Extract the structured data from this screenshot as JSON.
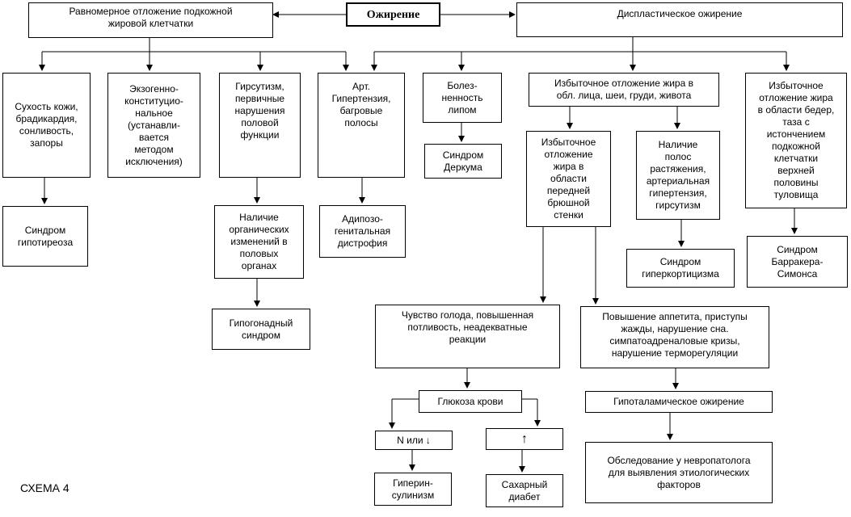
{
  "root": "Ожирение",
  "left_main": "Равномерное отложение подкожной\nжировой клетчатки",
  "right_main": "Диспластическое ожирение",
  "nodes": {
    "dry_skin": "Сухость кожи,\nбрадикардия,\nсонливость,\nзапоры",
    "exo": "Экзогенно-\nконституцио-\nнальное\n(устанавли-\nвается\nметодом\nисключения)",
    "hirs": "Гирсутизм,\nпервичные\nнарушения\nполовой\nфункции",
    "art": "Арт.\nГипертензия,\nбагровые\nполосы",
    "pain": "Болез-\nненность\nлипом",
    "excess": "Избыточное отложение жира в\nобл. лица, шеи, груди, живота",
    "hips": "Избыточное\nотложение жира\nв области бедер,\nтаза с\nистончением\nподкожной\nклетчатки\nверхней\nполовины\nтуловища",
    "hypothyr": "Синдром\nгипотиреоза",
    "organic": "Наличие\nорганических\nизменений в\nполовых\nорганах",
    "adipo": "Адипозо-\nгенитальная\nдистрофия",
    "derkum": "Синдром\nДеркума",
    "abdomen": "Избыточное\nотложение\nжира в\nобласти\nпередней\nбрюшной\nстенки",
    "striae": "Наличие\nполос\nрастяжения,\nартериальная\nгипертензия,\nгирсутизм",
    "barraquer": "Синдром\nБарракера-\nСимонса",
    "hypercort": "Синдром\nгиперкортицизма",
    "hypogonad": "Гипогонадный\nсиндром",
    "hunger": "Чувство голода, повышенная\nпотливость, неадекватные\nреакции",
    "appetite": "Повышение аппетита, приступы\nжажды, нарушение сна.\nсимпатоадреналовые кризы,\nнарушение терморегуляции",
    "glucose": "Глюкоза крови",
    "hypothal": "Гипоталамическое ожирение",
    "low": "N или ↓",
    "high": "↑",
    "exam": "Обследование у невропатолога\nдля выявления этиологических\nфакторов",
    "hyperins": "Гиперин-\nсулинизм",
    "diabetes": "Сахарный\nдиабет"
  },
  "caption": "СХЕМА 4"
}
